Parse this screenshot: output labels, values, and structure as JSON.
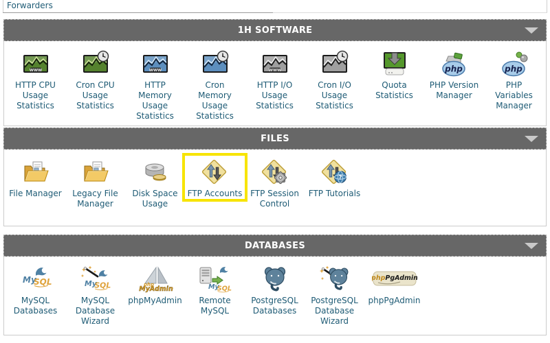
{
  "top_nav": {
    "forwarders_label": "Forwarders"
  },
  "colors": {
    "header_bg": "#676767",
    "header_text": "#ffffff",
    "label_text": "#1e5b75",
    "highlight": "#f7e400",
    "triangle": "#c9c9c9",
    "body_border": "#cbcbcb"
  },
  "sections": [
    {
      "title": "1H SOFTWARE",
      "items": [
        {
          "label": "HTTP CPU Usage Statistics",
          "icon": "chart-green-www"
        },
        {
          "label": "Cron CPU Usage Statistics",
          "icon": "chart-green-clock"
        },
        {
          "label": "HTTP Memory Usage Statistics",
          "icon": "chart-blue-www"
        },
        {
          "label": "Cron Memory Usage Statistics",
          "icon": "chart-blue-clock"
        },
        {
          "label": "HTTP I/O Usage Statistics",
          "icon": "chart-gray-www"
        },
        {
          "label": "Cron I/O Usage Statistics",
          "icon": "chart-gray-clock"
        },
        {
          "label": "Quota Statistics",
          "icon": "quota-monitor"
        },
        {
          "label": "PHP Version Manager",
          "icon": "php-folder"
        },
        {
          "label": "PHP Variables Manager",
          "icon": "php-balls"
        }
      ]
    },
    {
      "title": "FILES",
      "items": [
        {
          "label": "File Manager",
          "icon": "folder-file"
        },
        {
          "label": "Legacy File Manager",
          "icon": "folder-file"
        },
        {
          "label": "Disk Space Usage",
          "icon": "disk-stack"
        },
        {
          "label": "FTP Accounts",
          "icon": "ftp-diamond",
          "highlighted": true
        },
        {
          "label": "FTP Session Control",
          "icon": "ftp-diamond-gear"
        },
        {
          "label": "FTP Tutorials",
          "icon": "ftp-diamond-globe"
        }
      ]
    },
    {
      "title": "DATABASES",
      "items": [
        {
          "label": "MySQL Databases",
          "icon": "mysql-logo"
        },
        {
          "label": "MySQL Database Wizard",
          "icon": "mysql-wizard"
        },
        {
          "label": "phpMyAdmin",
          "icon": "phpmyadmin-sailboat"
        },
        {
          "label": "Remote MySQL",
          "icon": "remote-mysql-server"
        },
        {
          "label": "PostgreSQL Databases",
          "icon": "postgresql-elephant"
        },
        {
          "label": "PostgreSQL Database Wizard",
          "icon": "postgresql-wizard"
        },
        {
          "label": "phpPgAdmin",
          "icon": "phppgadmin-badge"
        }
      ]
    }
  ]
}
